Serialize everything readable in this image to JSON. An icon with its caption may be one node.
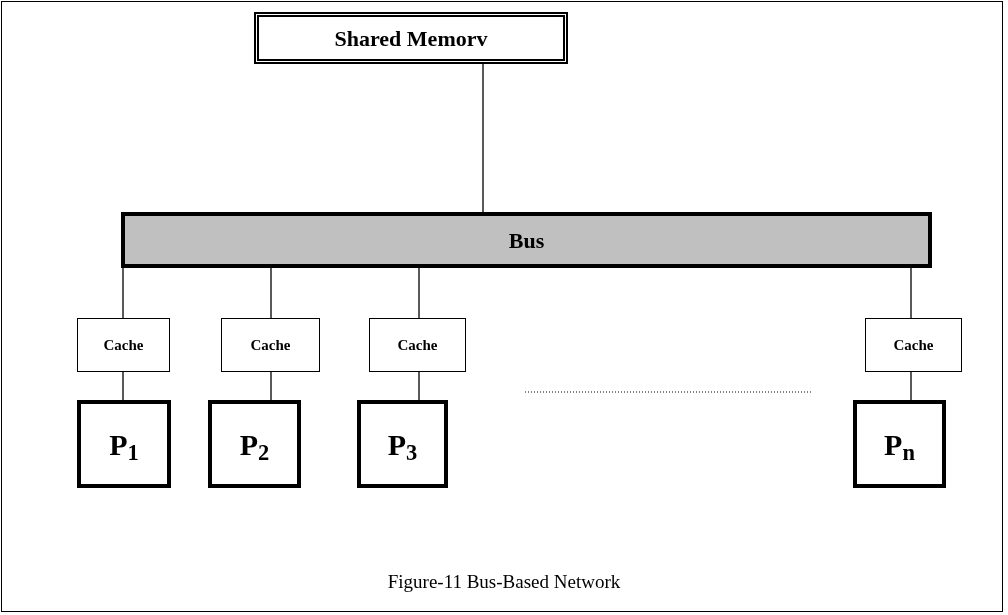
{
  "diagram": {
    "caption": "Figure-11 Bus-Based Network",
    "nodes": [
      {
        "text": [
          "Shared Memorv"
        ]
      },
      {
        "text": [
          "Bus"
        ]
      },
      {
        "text": [
          "Cache"
        ]
      },
      {
        "text": [
          "Cache"
        ]
      },
      {
        "text": [
          "Cache"
        ]
      },
      {
        "text": [
          "Cache"
        ]
      },
      {
        "text": [
          "P$_{1}$"
        ]
      },
      {
        "text": [
          "P$_{2}$"
        ]
      },
      {
        "text": [
          "P$_{3}$"
        ]
      },
      {
        "text": [
          "P$_{n}$"
        ]
      }
    ],
    "edges": [
      {
        "from": 0,
        "to": 1,
        "arrow": "none"
      },
      {
        "from": 1,
        "to": 2,
        "arrow": "none"
      },
      {
        "from": 1,
        "to": 3,
        "arrow": "none"
      },
      {
        "from": 1,
        "to": 4,
        "arrow": "none"
      },
      {
        "from": 1,
        "to": 5,
        "arrow": "none"
      },
      {
        "from": 2,
        "to": 6,
        "arrow": "none"
      },
      {
        "from": 3,
        "to": 7,
        "arrow": "none"
      },
      {
        "from": 4,
        "to": 8,
        "arrow": "none"
      },
      {
        "from": 5,
        "to": 9,
        "arrow": "none"
      }
    ]
  }
}
